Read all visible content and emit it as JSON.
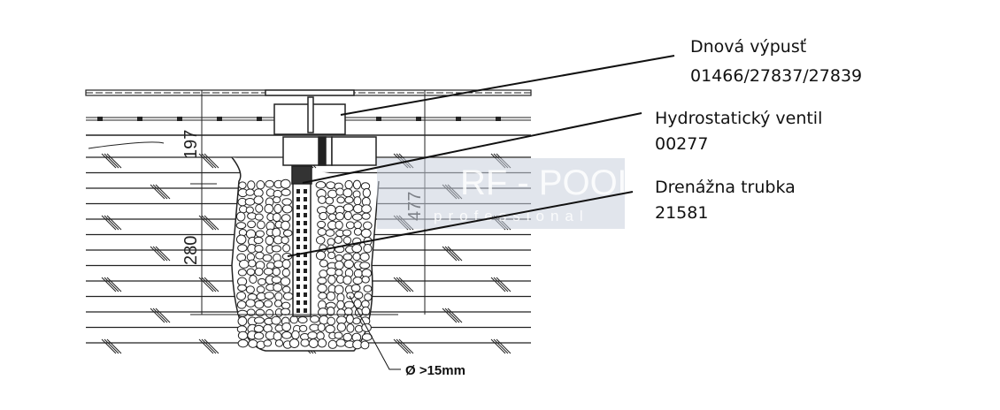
{
  "labels": [
    {
      "name": "Dnová výpusť",
      "code": "01466/27837/27839"
    },
    {
      "name": "Hydrostatický ventil",
      "code": "00277"
    },
    {
      "name": "Drenážna trubka",
      "code": "21581"
    }
  ],
  "dimensions": {
    "upper": "197",
    "lower": "280",
    "total": "477"
  },
  "gravel_note": "Ø >15mm",
  "watermark": {
    "brand": "RF - POOL",
    "tagline": "professional"
  }
}
